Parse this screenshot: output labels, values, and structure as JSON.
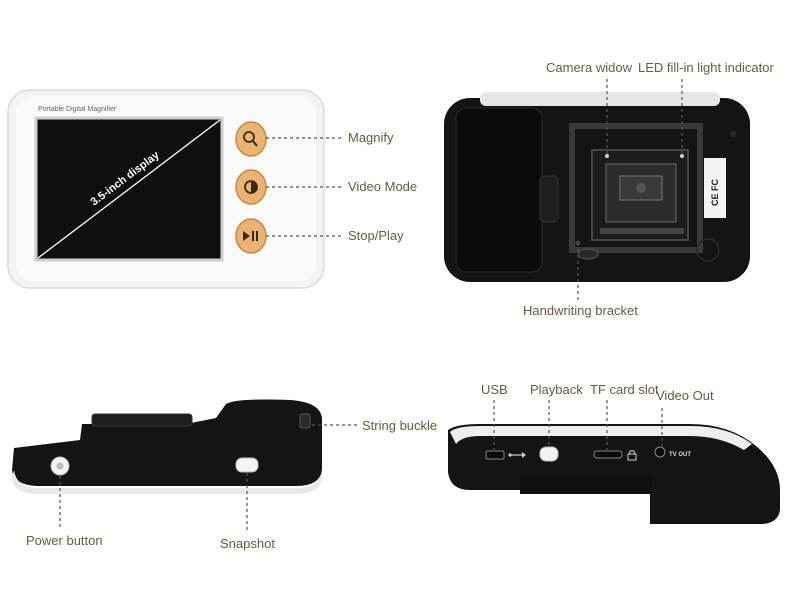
{
  "front_view": {
    "brand_text": "Portable Digital Magnifier",
    "screen_text": "3.5-inch display",
    "labels": {
      "magnify": "Magnify",
      "video_mode": "Video Mode",
      "stop_play": "Stop/Play"
    }
  },
  "back_view": {
    "labels": {
      "camera_window": "Camera widow",
      "led_indicator": "LED fill-in light indicator",
      "handwriting_bracket": "Handwriting bracket"
    },
    "sticker_text": "CE FC"
  },
  "side_view": {
    "labels": {
      "string_buckle": "String buckle",
      "power_button": "Power button",
      "snapshot": "Snapshot"
    }
  },
  "bottom_view": {
    "labels": {
      "usb": "USB",
      "playback": "Playback",
      "tf_card_slot": "TF card slot",
      "video_out": "Video Out"
    },
    "tv_out_text": "TV OUT"
  },
  "colors": {
    "device_white": "#f1f1f1",
    "device_black": "#111111",
    "button_orange": "#e8b373",
    "label_text": "#6b5a3c"
  },
  "icons": {
    "magnify": "magnifier-icon",
    "video_mode": "half-circle-icon",
    "stop_play": "play-pause-icon",
    "usb": "usb-icon",
    "lock": "lock-icon"
  }
}
